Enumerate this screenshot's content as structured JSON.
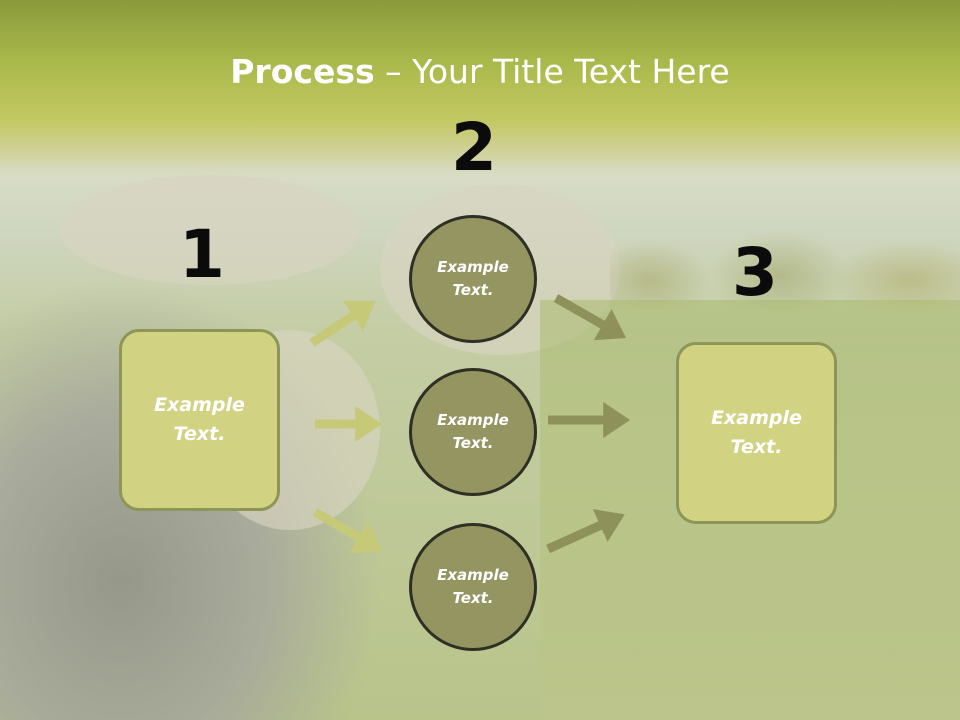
{
  "slide": {
    "title_bold": "Process",
    "title_sep": " – ",
    "title_rest": "Your Title Text Here"
  },
  "steps": [
    {
      "number": "1",
      "text_line1": "Example",
      "text_line2": "Text."
    },
    {
      "number": "2",
      "text_line1": "Example",
      "text_line2": "Text."
    },
    {
      "number": "3",
      "text_line1": "Example",
      "text_line2": "Text."
    }
  ],
  "circles": [
    {
      "text_line1": "Example",
      "text_line2": "Text."
    },
    {
      "text_line1": "Example",
      "text_line2": "Text."
    },
    {
      "text_line1": "Example",
      "text_line2": "Text."
    }
  ],
  "colors": {
    "box_fill": "#d1d383",
    "circle_fill": "#949561",
    "arrow_left": "#c6ca78",
    "arrow_right": "#8e925a"
  }
}
